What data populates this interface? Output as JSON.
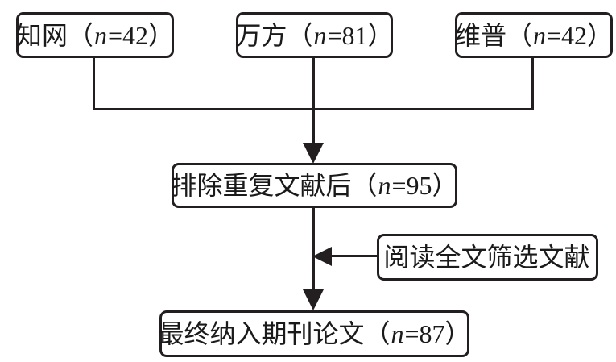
{
  "diagram": {
    "type": "flowchart",
    "description": "literature screening flow",
    "colors": {
      "background": "#ffffff",
      "line": "#231f20",
      "text": "#1a1a1a"
    }
  },
  "boxes": {
    "cnki": {
      "pre": "知网（",
      "var": "n",
      "post": "=42）"
    },
    "wanfang": {
      "pre": "万方（",
      "var": "n",
      "post": "=81）"
    },
    "weipu": {
      "pre": "维普（",
      "var": "n",
      "post": "=42）"
    },
    "dedup": {
      "pre": "排除重复文献后（",
      "var": "n",
      "post": "=95）"
    },
    "fulltext": {
      "pre": "阅读全文筛选文献",
      "var": "",
      "post": ""
    },
    "final": {
      "pre": "最终纳入期刊论文（",
      "var": "n",
      "post": "=87）"
    }
  }
}
